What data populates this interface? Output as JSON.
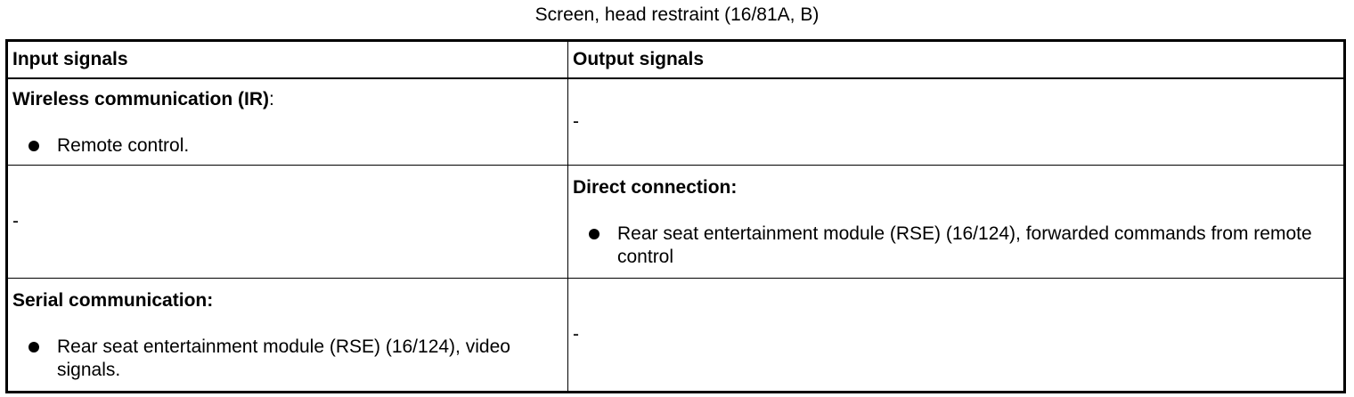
{
  "caption": "Screen, head restraint (16/81A, B)",
  "table": {
    "headers": {
      "input": "Input signals",
      "output": "Output signals"
    },
    "rows": [
      {
        "input": {
          "heading": "Wireless communication (IR)",
          "colon": ":",
          "bullet": "Remote control."
        },
        "output": {
          "dash": "-"
        }
      },
      {
        "input": {
          "dash": "-"
        },
        "output": {
          "heading": "Direct connection:",
          "bullet": "Rear seat entertainment module (RSE) (16/124), forwarded commands from remote control"
        }
      },
      {
        "input": {
          "heading": "Serial communication:",
          "bullet": "Rear seat entertainment module (RSE) (16/124), video signals."
        },
        "output": {
          "dash": "-"
        }
      }
    ]
  }
}
